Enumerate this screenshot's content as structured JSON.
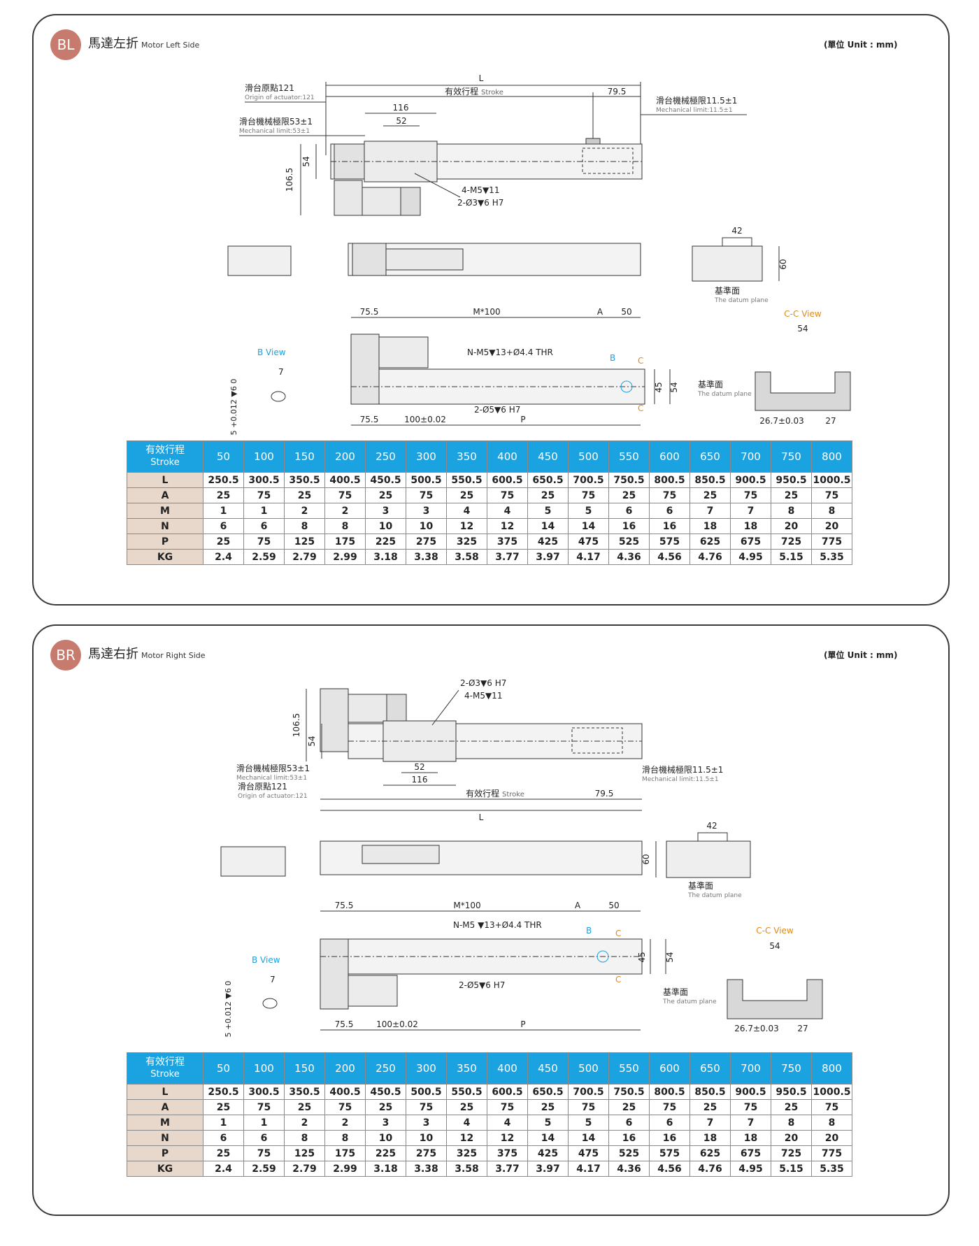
{
  "panels": [
    {
      "badge": "BL",
      "title": "馬達左折",
      "subtitle": "Motor Left Side",
      "unit": "(單位 Unit : mm)",
      "dims": {
        "L": "L",
        "stroke": "有效行程",
        "stroke_en": "Stroke",
        "d79": "79.5",
        "d116": "116",
        "d52": "52",
        "d1065": "106.5",
        "d54": "54",
        "origin": "滑台原點121",
        "origin_en": "Origin of actuator:121",
        "mech53": "滑台機械極限53±1",
        "mech53_en": "Mechanical limit:53±1",
        "mech11": "滑台機械極限11.5±1",
        "mech11_en": "Mechanical limit:11.5±1",
        "m5": "4-M5▼11",
        "o3": "2-Ø3▼6 H7",
        "d42": "42",
        "d60": "60",
        "datum": "基準面",
        "datum_en": "The datum plane",
        "d755a": "75.5",
        "m100": "M*100",
        "dA": "A",
        "d50": "50",
        "nm5": "N-M5▼13+Ø4.4 THR",
        "bmark": "B",
        "cmark": "C",
        "d45": "45",
        "d54b": "54",
        "o5": "2-Ø5▼6 H7",
        "d755b": "75.5",
        "d100": "100±0.02",
        "dP": "P",
        "bview": "B View",
        "d7": "7",
        "tol": "5 +0.012 ▼6 0",
        "ccview": "C-C View",
        "cc54": "54",
        "cc267": "26.7±0.03",
        "cc27": "27"
      }
    },
    {
      "badge": "BR",
      "title": "馬達右折",
      "subtitle": "Motor Right Side",
      "unit": "(單位 Unit : mm)",
      "dims": {
        "L": "L",
        "stroke": "有效行程",
        "stroke_en": "Stroke",
        "d79": "79.5",
        "d116": "116",
        "d52": "52",
        "d1065": "106.5",
        "d54": "54",
        "origin": "滑台原點121",
        "origin_en": "Origin of actuator:121",
        "mech53": "滑台機械極限53±1",
        "mech53_en": "Mechanical limit:53±1",
        "mech11": "滑台機械極限11.5±1",
        "mech11_en": "Mechanical limit:11.5±1",
        "m5": "4-M5▼11",
        "o3": "2-Ø3▼6 H7",
        "d42": "42",
        "d60": "60",
        "datum": "基準面",
        "datum_en": "The datum plane",
        "d755a": "75.5",
        "m100": "M*100",
        "dA": "A",
        "d50": "50",
        "nm5": "N-M5 ▼13+Ø4.4 THR",
        "bmark": "B",
        "cmark": "C",
        "d45": "45",
        "d54b": "54",
        "o5": "2-Ø5▼6 H7",
        "d755b": "75.5",
        "d100": "100±0.02",
        "dP": "P",
        "bview": "B View",
        "d7": "7",
        "tol": "5 +0.012 ▼6 0",
        "ccview": "C-C View",
        "cc54": "54",
        "cc267": "26.7±0.03",
        "cc27": "27"
      }
    }
  ],
  "table": {
    "corner": "有效行程",
    "corner_en": "Stroke",
    "strokes": [
      "50",
      "100",
      "150",
      "200",
      "250",
      "300",
      "350",
      "400",
      "450",
      "500",
      "550",
      "600",
      "650",
      "700",
      "750",
      "800"
    ],
    "rows": [
      {
        "label": "L",
        "values": [
          "250.5",
          "300.5",
          "350.5",
          "400.5",
          "450.5",
          "500.5",
          "550.5",
          "600.5",
          "650.5",
          "700.5",
          "750.5",
          "800.5",
          "850.5",
          "900.5",
          "950.5",
          "1000.5"
        ]
      },
      {
        "label": "A",
        "values": [
          "25",
          "75",
          "25",
          "75",
          "25",
          "75",
          "25",
          "75",
          "25",
          "75",
          "25",
          "75",
          "25",
          "75",
          "25",
          "75"
        ]
      },
      {
        "label": "M",
        "values": [
          "1",
          "1",
          "2",
          "2",
          "3",
          "3",
          "4",
          "4",
          "5",
          "5",
          "6",
          "6",
          "7",
          "7",
          "8",
          "8"
        ]
      },
      {
        "label": "N",
        "values": [
          "6",
          "6",
          "8",
          "8",
          "10",
          "10",
          "12",
          "12",
          "14",
          "14",
          "16",
          "16",
          "18",
          "18",
          "20",
          "20"
        ]
      },
      {
        "label": "P",
        "values": [
          "25",
          "75",
          "125",
          "175",
          "225",
          "275",
          "325",
          "375",
          "425",
          "475",
          "525",
          "575",
          "625",
          "675",
          "725",
          "775"
        ]
      },
      {
        "label": "KG",
        "values": [
          "2.4",
          "2.59",
          "2.79",
          "2.99",
          "3.18",
          "3.38",
          "3.58",
          "3.77",
          "3.97",
          "4.17",
          "4.36",
          "4.56",
          "4.76",
          "4.95",
          "5.15",
          "5.35"
        ]
      }
    ]
  },
  "colors": {
    "header_blue": "#1aa3e0",
    "row_label": "#e8d7cb",
    "badge": "#c77a6e",
    "view_blue": "#1aa3e0",
    "view_orange": "#e08a1a"
  }
}
